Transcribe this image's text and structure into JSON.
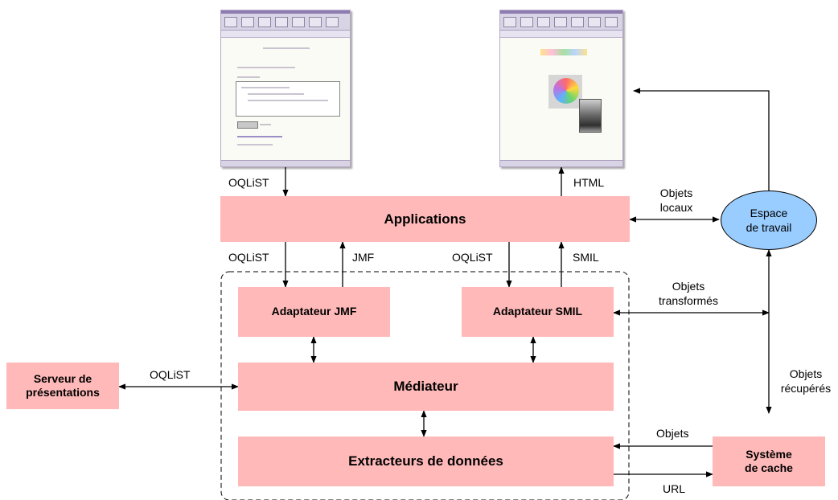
{
  "boxes": {
    "applications": "Applications",
    "adaptateur_jmf": "Adaptateur JMF",
    "adaptateur_smil": "Adaptateur SMIL",
    "mediateur": "Médiateur",
    "extracteurs": "Extracteurs de données",
    "serveur_line1": "Serveur de",
    "serveur_line2": "présentations",
    "cache_line1": "Système",
    "cache_line2": "de cache",
    "espace_line1": "Espace",
    "espace_line2": "de travail"
  },
  "labels": {
    "oqlist_top": "OQLiST",
    "html": "HTML",
    "objets_locaux_1": "Objets",
    "objets_locaux_2": "locaux",
    "oqlist_jmf": "OQLiST",
    "jmf": "JMF",
    "oqlist_smil": "OQLiST",
    "smil": "SMIL",
    "objets_transformes_1": "Objets",
    "objets_transformes_2": "transformés",
    "oqlist_serveur": "OQLiST",
    "objets_recuperes_1": "Objets",
    "objets_recuperes_2": "récupérés",
    "objets_cache": "Objets",
    "url": "URL"
  },
  "colors": {
    "box_fill": "#ffb9b9",
    "ellipse_fill": "#99ccff",
    "line": "#000000"
  }
}
